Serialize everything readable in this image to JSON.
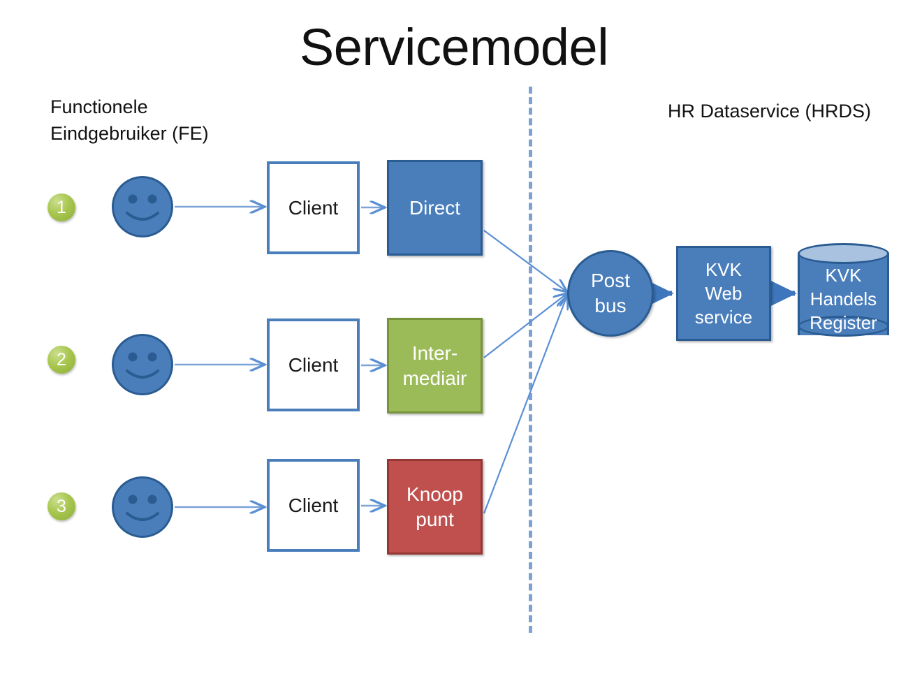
{
  "title": "Servicemodel",
  "zones": {
    "left_label": "Functionele\nEindgebruiker (FE)",
    "right_label": "HR Dataservice (HRDS)"
  },
  "steps": [
    {
      "number": "1"
    },
    {
      "number": "2"
    },
    {
      "number": "3"
    }
  ],
  "rows": [
    {
      "client_label": "Client",
      "channel_label": "Direct"
    },
    {
      "client_label": "Client",
      "channel_label": "Inter-\nmediair"
    },
    {
      "client_label": "Client",
      "channel_label": "Knoop\npunt"
    }
  ],
  "service_side": {
    "postbus_label": "Post\nbus",
    "webservice_label": "KVK\nWeb\nservice",
    "register_label": "KVK\nHandels\nRegister"
  },
  "colors": {
    "blue_fill": "#4A7EBB",
    "blue_border": "#2A5C92",
    "green_fill": "#9BBB59",
    "green_border": "#77933C",
    "red_fill": "#C0504D",
    "red_border": "#943735",
    "badge_green": "#A8C64F",
    "connector_blue": "#5B8FD4",
    "divider_blue": "#7CA2D4",
    "cylinder_top": "#A8C2E0",
    "background": "#FFFFFF",
    "text_dark": "#111111",
    "text_light": "#FFFFFF"
  }
}
